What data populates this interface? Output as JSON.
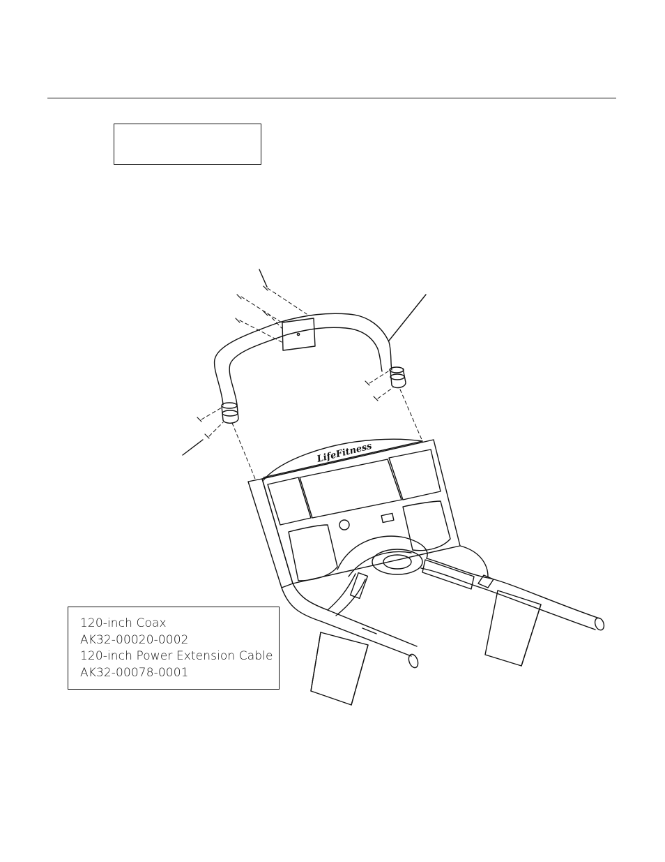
{
  "parts_box": {
    "lines": [
      "120-inch Coax",
      "AK32-00020-0002",
      "120-inch Power Extension Cable",
      "AK32-00078-0001"
    ]
  },
  "drawing": {
    "console_logo": "LifeFitness"
  }
}
